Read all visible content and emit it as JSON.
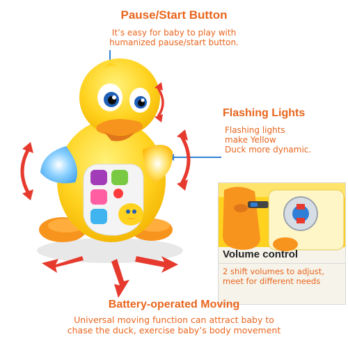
{
  "pause": {
    "title": "Pause/Start Button",
    "desc_line1": "It’s easy for baby to play with",
    "desc_line2": "humanized pause/start button."
  },
  "flashing": {
    "title": "Flashing Lights",
    "desc_line1": "Flashing lights",
    "desc_line2": "make Yellow",
    "desc_line3": "Duck more dynamic."
  },
  "volume": {
    "title": "Volume control",
    "desc_line1": "2 shift volumes to adjust,",
    "desc_line2": "meet for different needs"
  },
  "battery": {
    "title": "Battery-operated Moving",
    "desc_line1": "Universal moving function can attract baby to",
    "desc_line2": "chase the duck, exercise baby’s body movement"
  },
  "colors": {
    "accent": "#e8651d",
    "arrow_red": "#e63a2e",
    "arrow_blue": "#2f7fd6",
    "duck_yellow": "#ffd21f",
    "beak_orange": "#f7941d"
  }
}
